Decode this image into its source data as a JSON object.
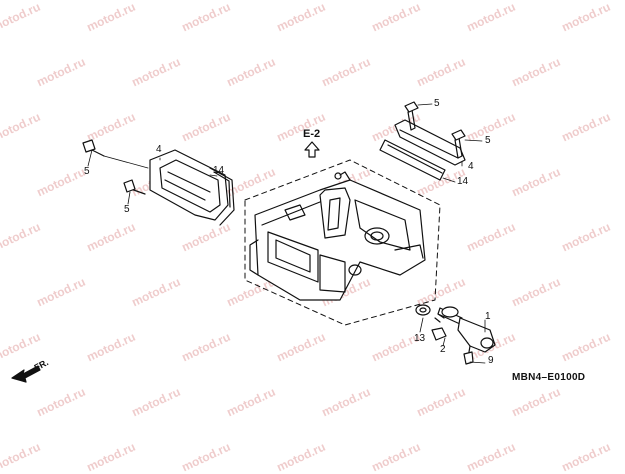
{
  "watermark": "motod.ru",
  "diagram_code": "MBN4–E0100D",
  "reference": "E-2",
  "front_label": "FR.",
  "callouts": {
    "c5_top1": "5",
    "c5_top2": "5",
    "c4_right": "4",
    "c14_right": "14",
    "c4_left": "4",
    "c14_left": "14",
    "c5_left1": "5",
    "c5_left2": "5",
    "c1": "1",
    "c2": "2",
    "c13": "13",
    "c9": "9"
  }
}
